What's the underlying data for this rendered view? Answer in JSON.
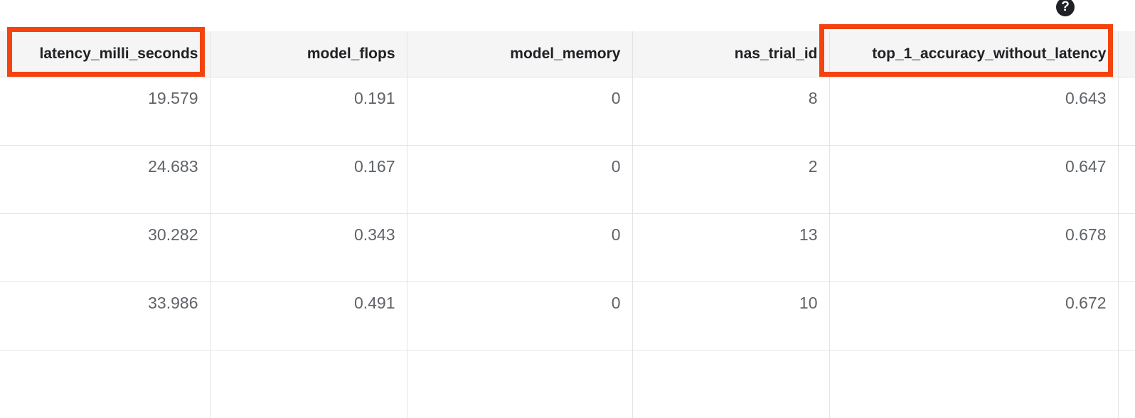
{
  "help": {
    "icon": "help-circle-icon",
    "glyph": "?"
  },
  "table": {
    "columns": [
      {
        "key": "latency_milli_seconds",
        "label": "latency_milli_seconds",
        "align": "right",
        "highlighted": true
      },
      {
        "key": "model_flops",
        "label": "model_flops",
        "align": "right",
        "highlighted": false
      },
      {
        "key": "model_memory",
        "label": "model_memory",
        "align": "right",
        "highlighted": false
      },
      {
        "key": "nas_trial_id",
        "label": "nas_trial_id",
        "align": "right",
        "highlighted": false
      },
      {
        "key": "top_1_accuracy_without_latency",
        "label": "top_1_accuracy_without_latency",
        "align": "right",
        "highlighted": true
      },
      {
        "key": "extra_partial_column",
        "label": "",
        "align": "right",
        "highlighted": false
      }
    ],
    "rows": [
      {
        "latency_milli_seconds": "19.579",
        "model_flops": "0.191",
        "model_memory": "0",
        "nas_trial_id": "8",
        "top_1_accuracy_without_latency": "0.643",
        "extra_partial_column": ""
      },
      {
        "latency_milli_seconds": "24.683",
        "model_flops": "0.167",
        "model_memory": "0",
        "nas_trial_id": "2",
        "top_1_accuracy_without_latency": "0.647",
        "extra_partial_column": ""
      },
      {
        "latency_milli_seconds": "30.282",
        "model_flops": "0.343",
        "model_memory": "0",
        "nas_trial_id": "13",
        "top_1_accuracy_without_latency": "0.678",
        "extra_partial_column": ""
      },
      {
        "latency_milli_seconds": "33.986",
        "model_flops": "0.491",
        "model_memory": "0",
        "nas_trial_id": "10",
        "top_1_accuracy_without_latency": "0.672",
        "extra_partial_column": ""
      }
    ]
  },
  "annotations": {
    "color": "#f4430f",
    "boxes": [
      {
        "target": "latency_milli_seconds",
        "label": "latency_milli_seconds"
      },
      {
        "target": "top_1_accuracy_without_latency",
        "label": "top_1_accuracy_without_latency"
      }
    ]
  }
}
